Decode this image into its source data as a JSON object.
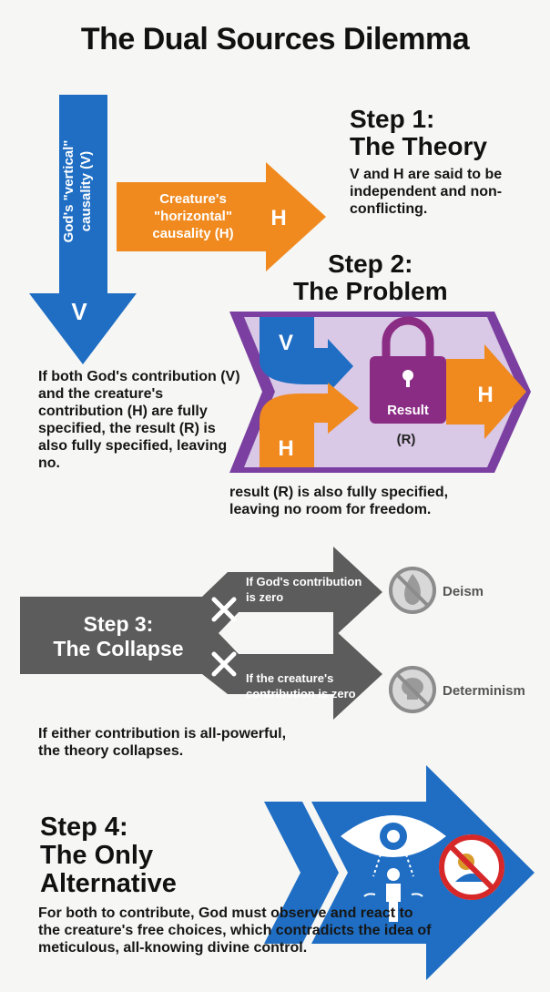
{
  "title": "The Dual Sources Dilemma",
  "colors": {
    "blue": "#1f6ec4",
    "orange": "#f08a1f",
    "purple": "#7a3fa0",
    "lavender": "#d9c8e6",
    "gray": "#5c5c5c",
    "lightgray": "#cfcfcf",
    "red": "#d62828"
  },
  "step1": {
    "heading_line1": "Step 1:",
    "heading_line2": "The Theory",
    "text": "V and H are said to be independent and non-conflicting.",
    "v_label_line1": "God's \"vertical\"",
    "v_label_line2": "causality (V)",
    "v_letter": "V",
    "h_label_line1": "Creature's",
    "h_label_line2": "\"horizontal\"",
    "h_label_line3": "causality (H)",
    "h_letter": "H"
  },
  "step2": {
    "heading_line1": "Step 2:",
    "heading_line2": "The Problem",
    "text_left": "If both God's contribution (V) and the creature's contribution (H) are fully specified, the result (R) is also fully specified, leaving no.",
    "text_bottom_line1": "result (R) is also fully specified,",
    "text_bottom_line2": "leaving no room for freedom.",
    "v_letter": "V",
    "h_letter_in": "H",
    "h_letter_out": "H",
    "lock_label": "Result",
    "r_label": "(R)"
  },
  "step3": {
    "heading_line1": "Step 3:",
    "heading_line2": "The Collapse",
    "upper_line1": "If God's contribution",
    "upper_line2": "is zero",
    "upper_result": "Deism",
    "lower_line1": "If the creature's",
    "lower_line2": "contribution is zero",
    "lower_result": "Determinism",
    "text": "If either contribution is all-powerful, the theory collapses."
  },
  "step4": {
    "heading_line1": "Step 4:",
    "heading_line2": "The Only",
    "heading_line3": "Alternative",
    "text": "For both to contribute, God must observe and react to the creature's free choices, which contradicts the idea of meticulous, all-knowing divine control."
  }
}
